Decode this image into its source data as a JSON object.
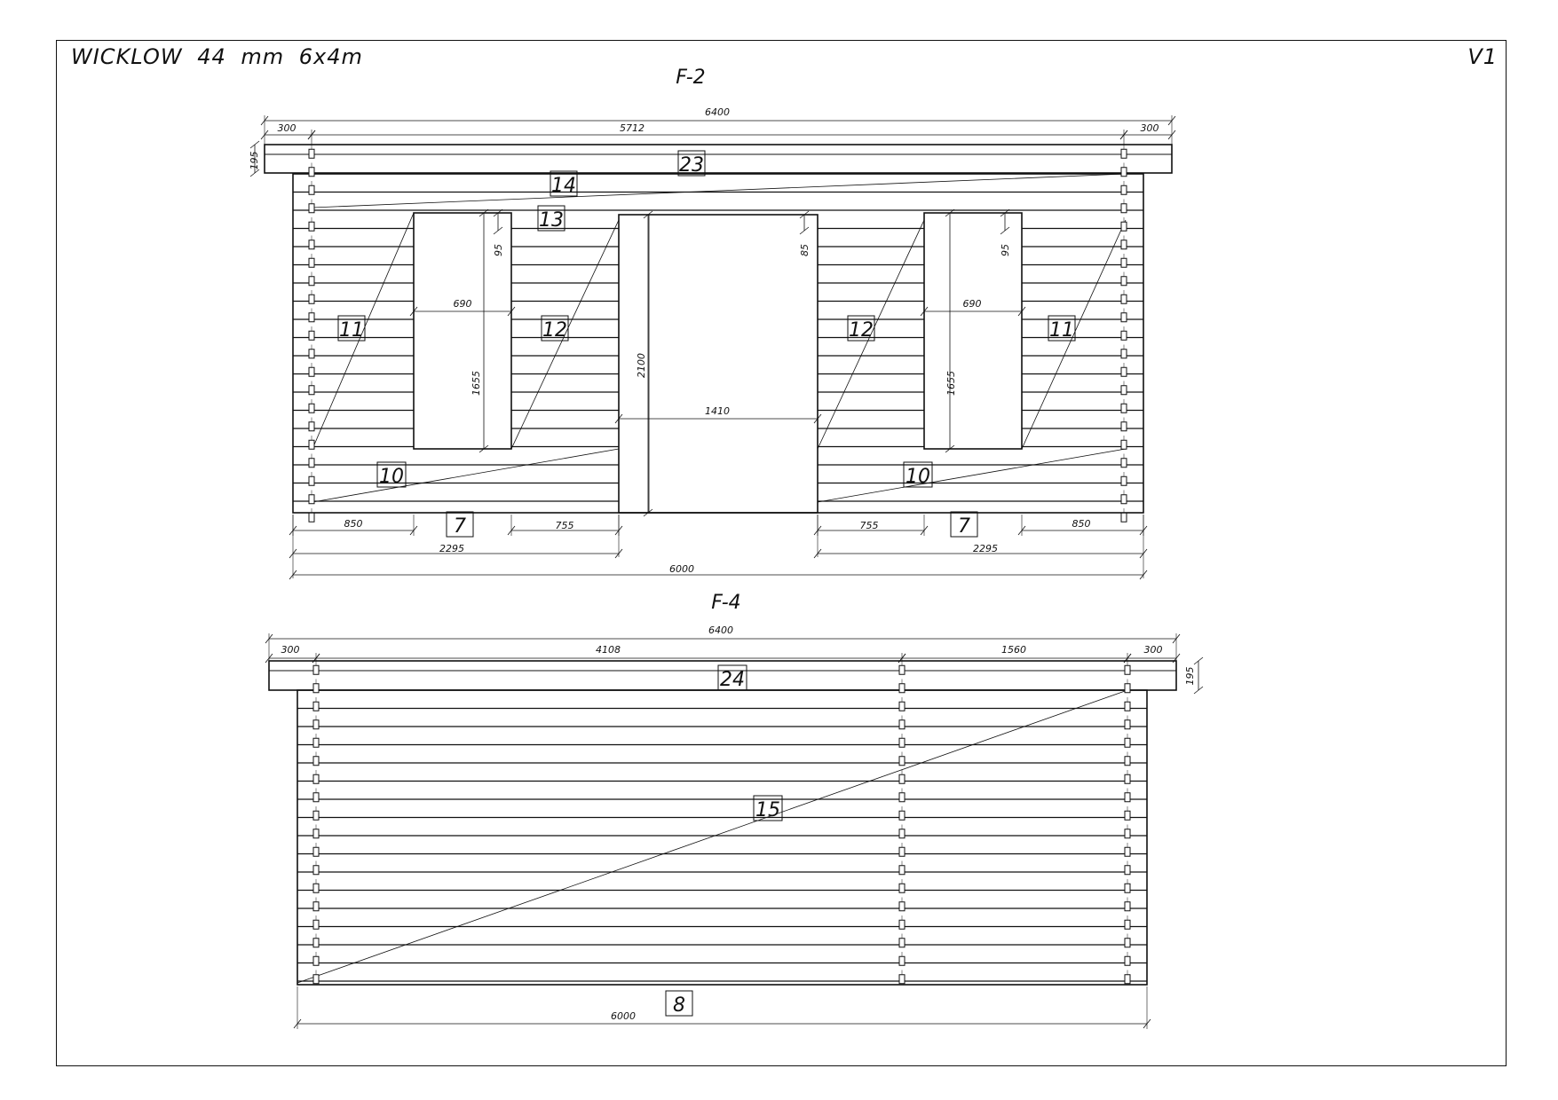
{
  "sheet": {
    "title": "WICKLOW 44 mm 6x4m",
    "version": "V1"
  },
  "views": [
    {
      "name": "F-2",
      "dims": {
        "overall_roof": "6400",
        "inner_roof": "5712",
        "overhang_left": "300",
        "overhang_right": "300",
        "roof_height": "195",
        "win_left_width": "690",
        "win_left_height": "1655",
        "win_left_top": "95",
        "door_height": "2100",
        "door_width": "1410",
        "door_top": "85",
        "win_right_width": "690",
        "win_right_height": "1655",
        "win_right_top": "95",
        "bottom_left_1": "850",
        "bottom_left_2": "755",
        "bottom_right_1": "755",
        "bottom_right_2": "850",
        "seg_left": "2295",
        "seg_right": "2295",
        "overall_wall": "6000"
      },
      "tags": {
        "roof": "23",
        "top": "14",
        "lintel": "13",
        "left_wall": "11",
        "left_mid": "12",
        "right_mid": "12",
        "right_wall": "11",
        "left_low": "10",
        "right_low": "10",
        "left_base": "7",
        "right_base": "7"
      }
    },
    {
      "name": "F-4",
      "dims": {
        "overall_roof": "6400",
        "overhang_left": "300",
        "span_1": "4108",
        "span_2": "1560",
        "overhang_right": "300",
        "roof_height": "195",
        "overall_wall": "6000"
      },
      "tags": {
        "roof": "24",
        "wall": "15",
        "base": "8"
      }
    }
  ]
}
